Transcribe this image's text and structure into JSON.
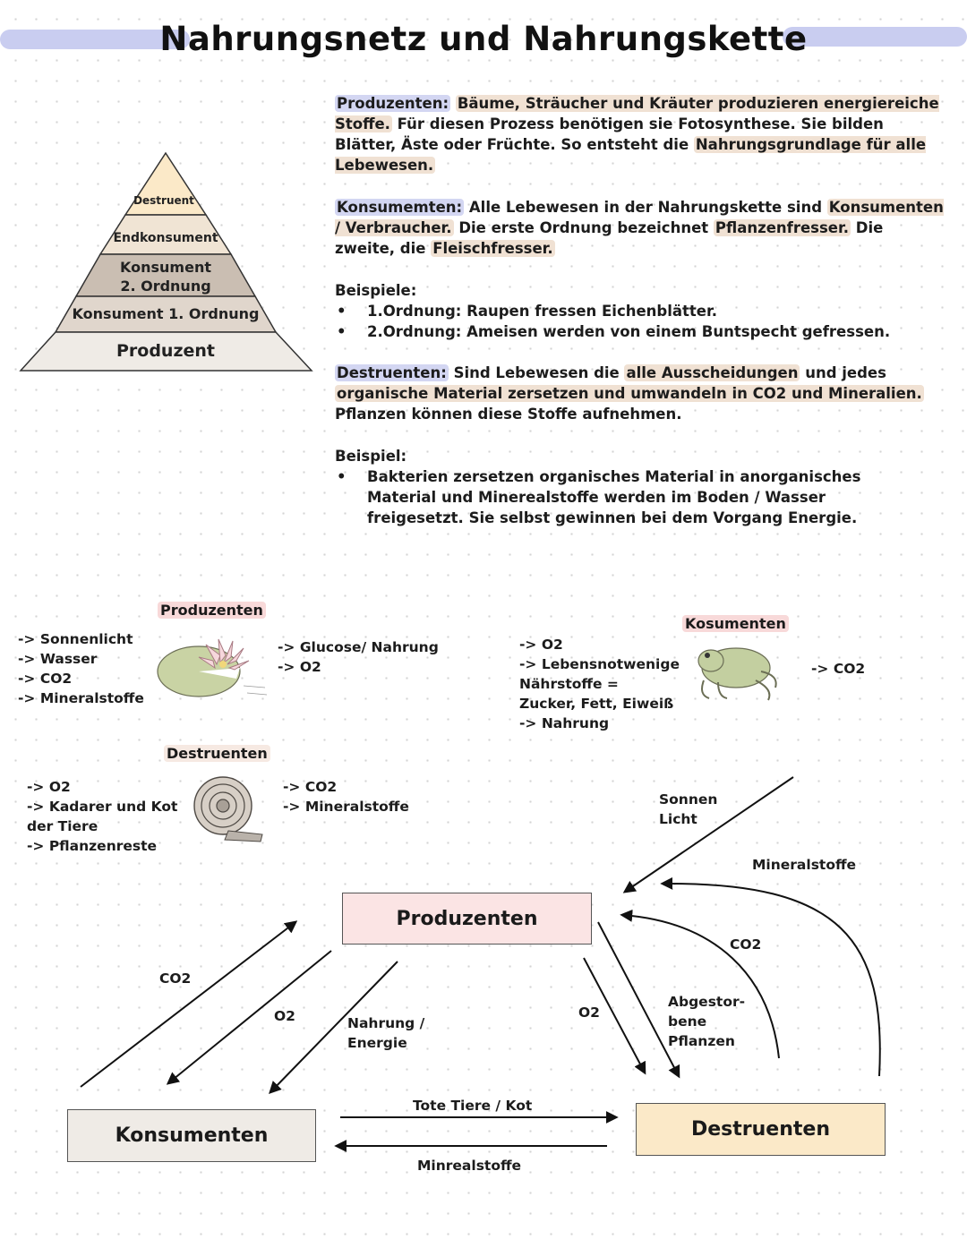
{
  "title": "Nahrungsnetz und Nahrungskette",
  "pyramid": {
    "levels": [
      "Destruent",
      "Endkonsument",
      "Konsument",
      "2. Ordnung",
      "Konsument 1. Ordnung",
      "Produzent"
    ]
  },
  "text": {
    "produzenten": {
      "label": "Produzenten:",
      "highlight": "Bäume, Sträucher und Kräuter produzieren energiereiche Stoffe.",
      "text1": " Für diesen Prozess benötigen sie Fotosynthese. Sie bilden Blätter, Äste oder Früchte. So entsteht die ",
      "highlight2": "Nahrungsgrundlage für alle Lebewesen."
    },
    "konsumenten": {
      "label": "Konsumemten:",
      "text1": " Alle Lebewesen in der Nahrungskette sind ",
      "highlight": "Konsumenten / Verbraucher.",
      "text2": " Die erste Ordnung bezeichnet ",
      "highlight2": "Pflanzenfresser.",
      "text3": " Die zweite, die ",
      "highlight3": "Fleischfresser."
    },
    "beispiele": {
      "label": "Beispiele:",
      "items": [
        "1.Ordnung: Raupen fressen Eichenblätter.",
        "2.Ordnung: Ameisen werden von einem Buntspecht gefressen."
      ]
    },
    "destruenten": {
      "label": "Destruenten:",
      "text1": " Sind Lebewesen die ",
      "highlight": "alle Ausscheidungen",
      "text2": " und jedes ",
      "highlight2": "organische Material zersetzen und umwandeln in CO2 und Mineralien.",
      "text3": " Pflanzen können diese Stoffe aufnehmen."
    },
    "beispiel": {
      "label": "Beispiel:",
      "items": [
        "Bakterien zersetzen organisches Material in anorganisches Material und Minerealstoffe werden im Boden / Wasser freigesetzt. Sie selbst gewinnen bei dem Vorgang Energie."
      ]
    }
  },
  "sections": {
    "produzenten": {
      "title": "Produzenten",
      "inputs": [
        "-> Sonnenlicht",
        "-> Wasser",
        "-> CO2",
        "-> Mineralstoffe"
      ],
      "outputs": [
        "-> Glucose/ Nahrung",
        "-> O2"
      ],
      "icon": "water-lily-icon"
    },
    "konsumenten": {
      "title": "Kosumenten",
      "inputs": [
        "-> O2",
        "-> Lebensnotwenige",
        "Nährstoffe =",
        "Zucker, Fett, Eiweiß",
        "-> Nahrung"
      ],
      "outputs": [
        "-> CO2"
      ],
      "icon": "frog-icon"
    },
    "destruenten": {
      "title": "Destruenten",
      "inputs": [
        "-> O2",
        "-> Kadarer und Kot",
        "der Tiere",
        "-> Pflanzenreste"
      ],
      "outputs": [
        "-> CO2",
        "-> Mineralstoffe"
      ],
      "icon": "snail-icon"
    }
  },
  "diagram": {
    "boxes": {
      "produzenten": "Produzenten",
      "konsumenten": "Konsumenten",
      "destruenten": "Destruenten"
    },
    "labels": {
      "sonnenlicht_1": "Sonnen",
      "sonnenlicht_2": "Licht",
      "mineralstoffe_top": "Mineralstoffe",
      "co2_right": "CO2",
      "co2_left": "CO2",
      "o2_left": "O2",
      "nahrung_1": "Nahrung /",
      "nahrung_2": "Energie",
      "o2_right": "O2",
      "abgestorben_1": "Abgestor-",
      "abgestorben_2": "bene",
      "abgestorben_3": "Pflanzen",
      "tote_tiere": "Tote Tiere / Kot",
      "minrealstoffe": "Minrealstoffe"
    }
  },
  "colors": {
    "highlight_blue": "#d3d6f2",
    "highlight_beige": "#f0e1d3",
    "highlight_pink": "#f8d9d9",
    "produzenten_box": "#fbe4e4",
    "konsumenten_box": "#efebe6",
    "destruenten_box": "#fbe9c8"
  }
}
